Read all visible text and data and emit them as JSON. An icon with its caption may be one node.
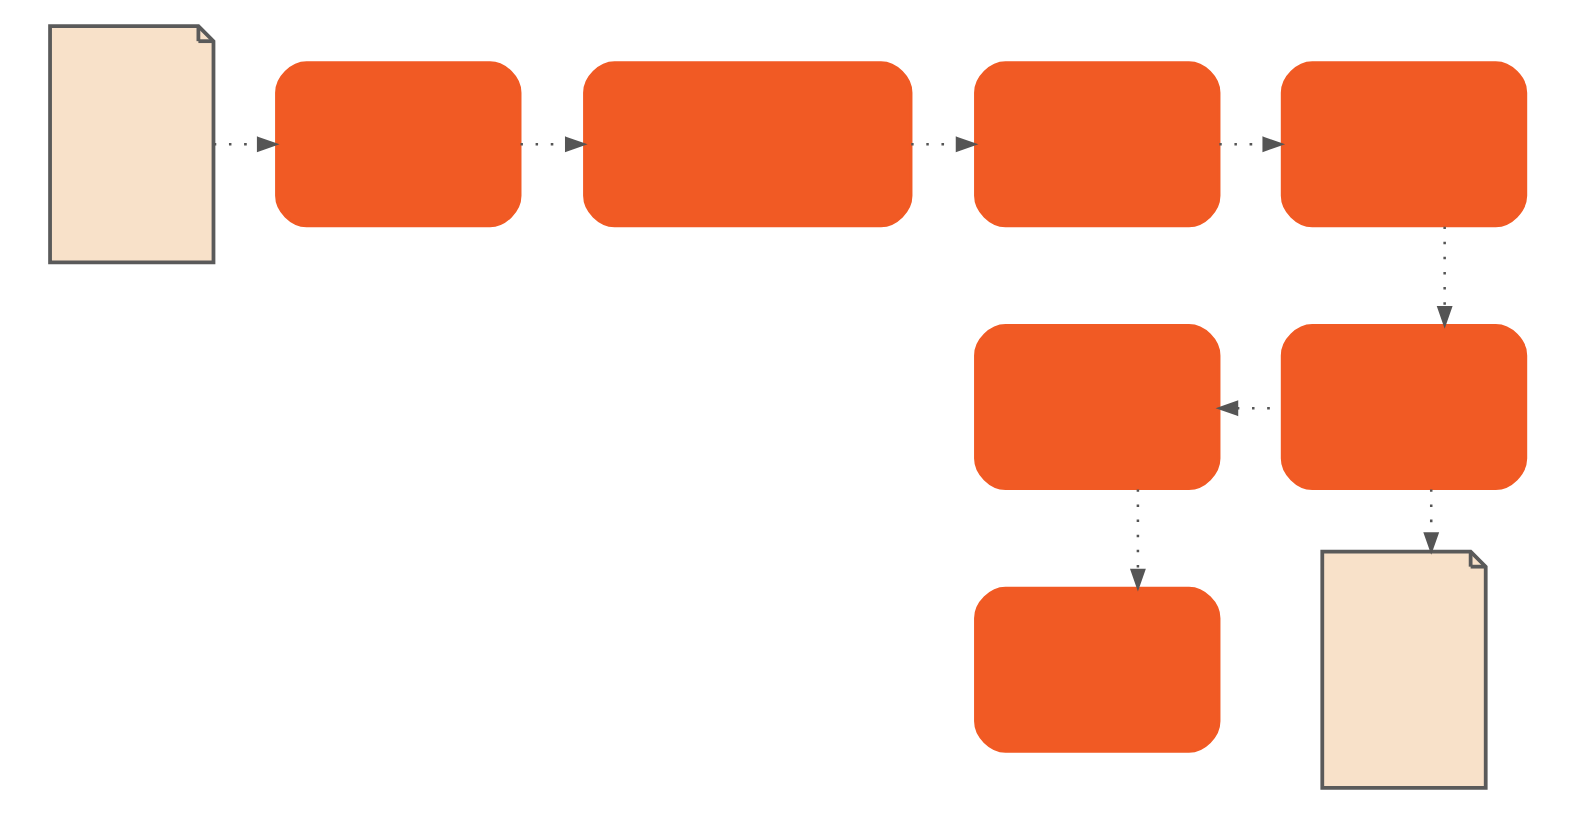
{
  "diagram": {
    "nodes": [
      {
        "text": [],
        "shape": "document"
      },
      {
        "text": [],
        "shape": "box"
      },
      {
        "text": [],
        "shape": "box"
      },
      {
        "text": [],
        "shape": "box"
      },
      {
        "text": [],
        "shape": "box"
      },
      {
        "text": [],
        "shape": "box"
      },
      {
        "text": [],
        "shape": "box"
      },
      {
        "text": [],
        "shape": "box"
      },
      {
        "text": [],
        "shape": "document"
      }
    ],
    "edges": [
      {
        "from": 0,
        "to": 1,
        "arrow": "to",
        "style": "dashed"
      },
      {
        "from": 1,
        "to": 2,
        "arrow": "to",
        "style": "dashed"
      },
      {
        "from": 2,
        "to": 3,
        "arrow": "to",
        "style": "dashed"
      },
      {
        "from": 3,
        "to": 4,
        "arrow": "to",
        "style": "dashed"
      },
      {
        "from": 4,
        "to": 6,
        "arrow": "to",
        "style": "dashed"
      },
      {
        "from": 6,
        "to": 5,
        "arrow": "to",
        "style": "dashed"
      },
      {
        "from": 5,
        "to": 7,
        "arrow": "to",
        "style": "dashed"
      },
      {
        "from": 6,
        "to": 8,
        "arrow": "to",
        "style": "dashed"
      }
    ]
  }
}
